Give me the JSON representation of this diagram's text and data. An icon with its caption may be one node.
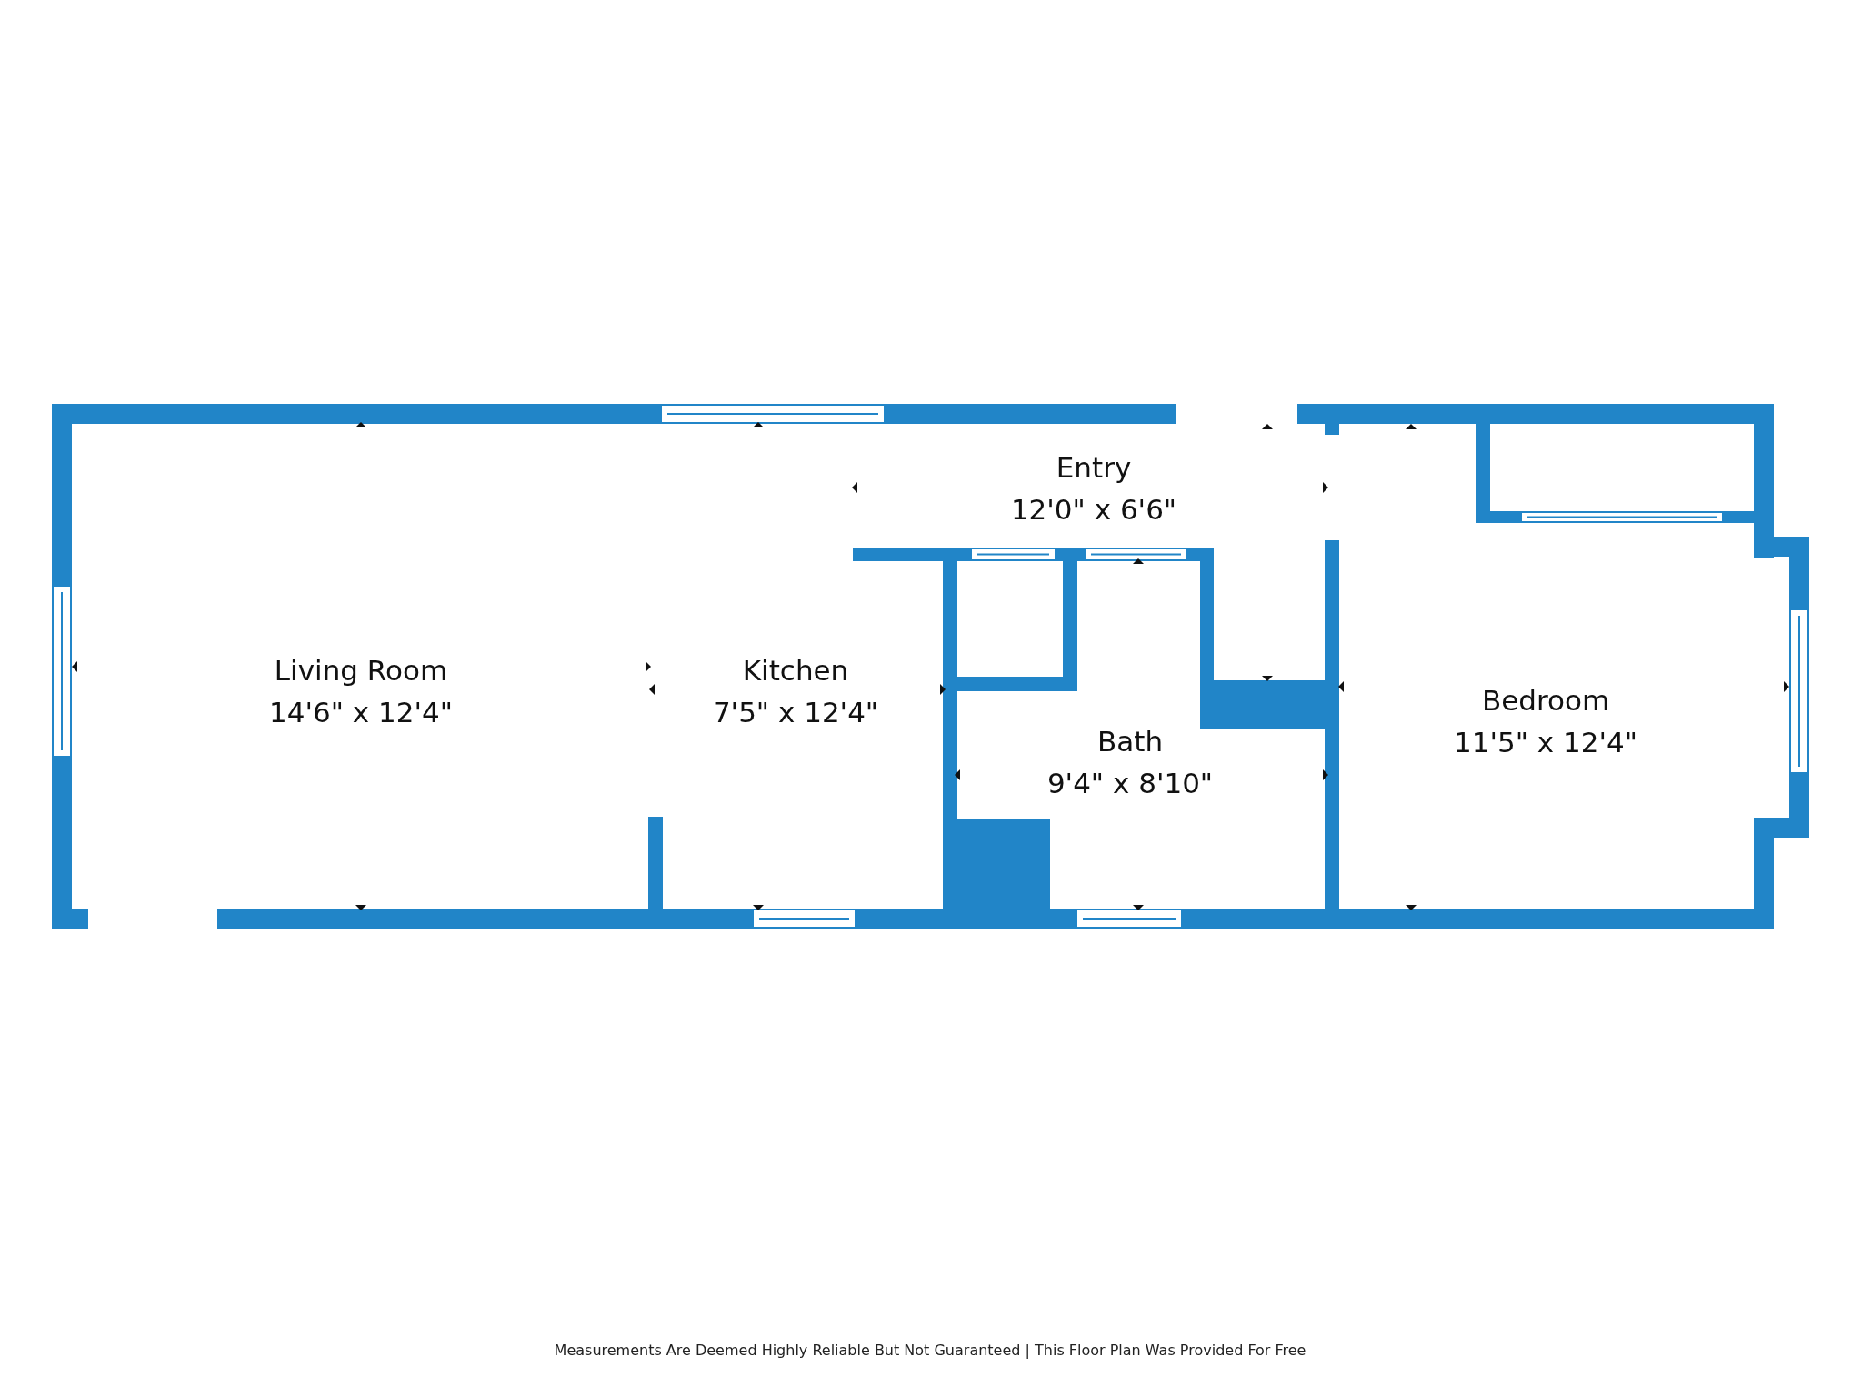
{
  "diagram": {
    "nodes": [
      {
        "text": [
          "Living Room",
          "14'6\" x 12'4\""
        ]
      },
      {
        "text": [
          "Kitchen",
          "7'5\" x 12'4\""
        ]
      },
      {
        "text": [
          "Entry",
          "12'0\" x 6'6\""
        ]
      },
      {
        "text": [
          "Bath",
          "9'4\" x 8'10\""
        ]
      },
      {
        "text": [
          "Bedroom",
          "11'5\" x 12'4\""
        ]
      }
    ],
    "labels": [
      "Measurements Are Deemed Highly Reliable But Not Guaranteed | This Floor Plan Was Provided For Free"
    ]
  }
}
